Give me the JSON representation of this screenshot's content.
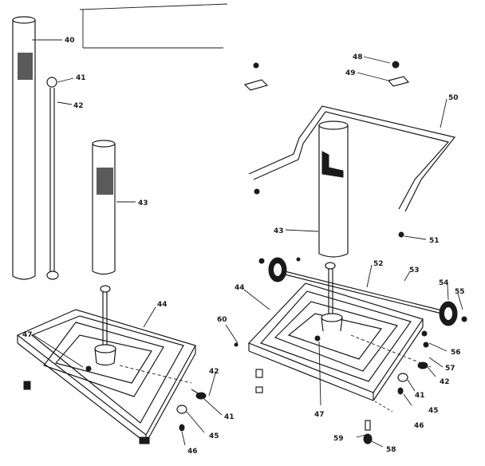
{
  "callouts": {
    "c40": "40",
    "c41_left_rod": "41",
    "c42_left_rod": "42",
    "c43_left": "43",
    "c44_left": "44",
    "c47_left": "47",
    "c42_left_base": "42",
    "c41_left_base": "41",
    "c45_left": "45",
    "c46_left": "46",
    "c48": "48",
    "c49": "49",
    "c50": "50",
    "c43_right": "43",
    "c51": "51",
    "c52": "52",
    "c53": "53",
    "c54": "54",
    "c55": "55",
    "c44_right": "44",
    "c60": "60",
    "c56": "56",
    "c57": "57",
    "c42_right": "42",
    "c41_right": "41",
    "c45_right": "45",
    "c46_right": "46",
    "c47_right": "47",
    "c59": "59",
    "c58": "58"
  }
}
